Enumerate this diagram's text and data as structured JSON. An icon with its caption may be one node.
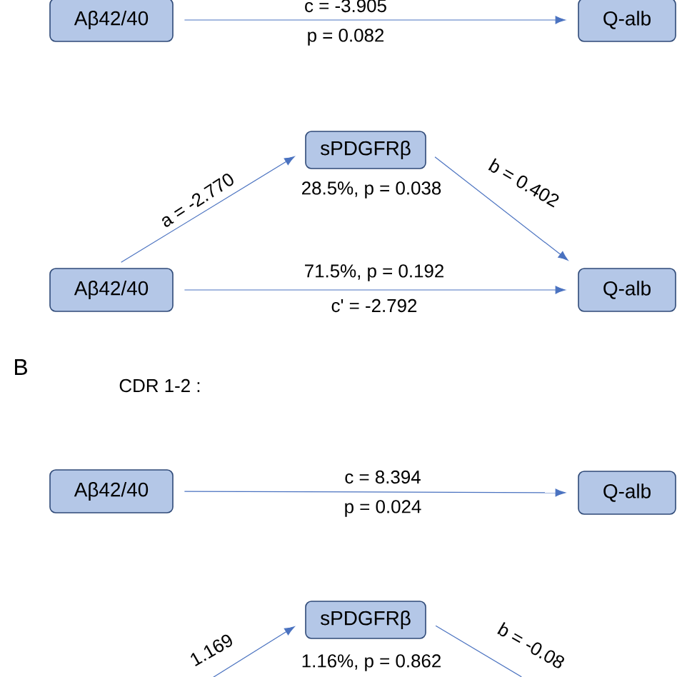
{
  "diagram": {
    "nodes": [
      {
        "text": [
          "Aβ42/40"
        ]
      },
      {
        "text": [
          "Q-alb"
        ]
      },
      {
        "text": [
          "sPDGFRβ"
        ],
        "beside": [
          "28.5%, p = 0.038"
        ]
      },
      {
        "text": [
          "Aβ42/40"
        ]
      },
      {
        "text": [
          "Q-alb"
        ]
      },
      {
        "text": [
          "Aβ42/40"
        ]
      },
      {
        "text": [
          "Q-alb"
        ]
      },
      {
        "text": [
          "sPDGFRβ"
        ],
        "beside": [
          "1.16%, p = 0.862"
        ]
      }
    ],
    "edges": [
      {
        "from": 0,
        "to": 1,
        "arrow": "to",
        "label": "c = -3.905"
      },
      {
        "from": 3,
        "to": 2,
        "arrow": "to",
        "label": "a = -2.770"
      },
      {
        "from": 2,
        "to": 4,
        "arrow": "to",
        "label": "b = 0.402"
      },
      {
        "from": 3,
        "to": 4,
        "arrow": "to",
        "label": "c' = -2.792"
      },
      {
        "from": 5,
        "to": 6,
        "arrow": "to",
        "label": "c = 8.394"
      },
      {
        "from": null,
        "to": 7,
        "arrow": "to",
        "label": "1.169"
      },
      {
        "from": 7,
        "to": null,
        "arrow": "none",
        "label": "b = -0.08"
      }
    ],
    "labels": [
      "p = 0.082",
      "71.5%, p = 0.192",
      "B",
      "CDR 1-2 :",
      "p = 0.024"
    ]
  }
}
